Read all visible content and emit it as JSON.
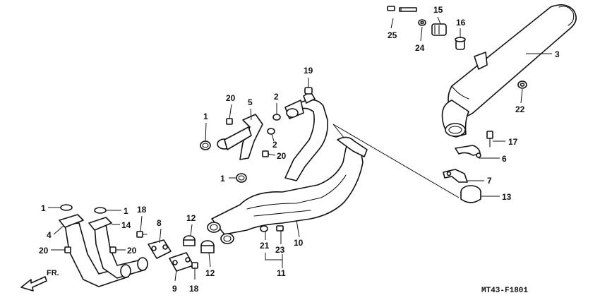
{
  "diagram": {
    "code": "MT43-F1801",
    "direction_label": "FR.",
    "callouts": [
      "1",
      "1",
      "1",
      "1",
      "2",
      "2",
      "3",
      "4",
      "5",
      "6",
      "7",
      "8",
      "9",
      "10",
      "11",
      "12",
      "12",
      "13",
      "14",
      "15",
      "16",
      "17",
      "18",
      "18",
      "19",
      "20",
      "20",
      "20",
      "20",
      "21",
      "22",
      "23",
      "24",
      "25"
    ]
  },
  "colors": {
    "line": "#111111",
    "background": "#ffffff"
  },
  "icons": {
    "direction_arrow": "front-arrow-icon"
  }
}
